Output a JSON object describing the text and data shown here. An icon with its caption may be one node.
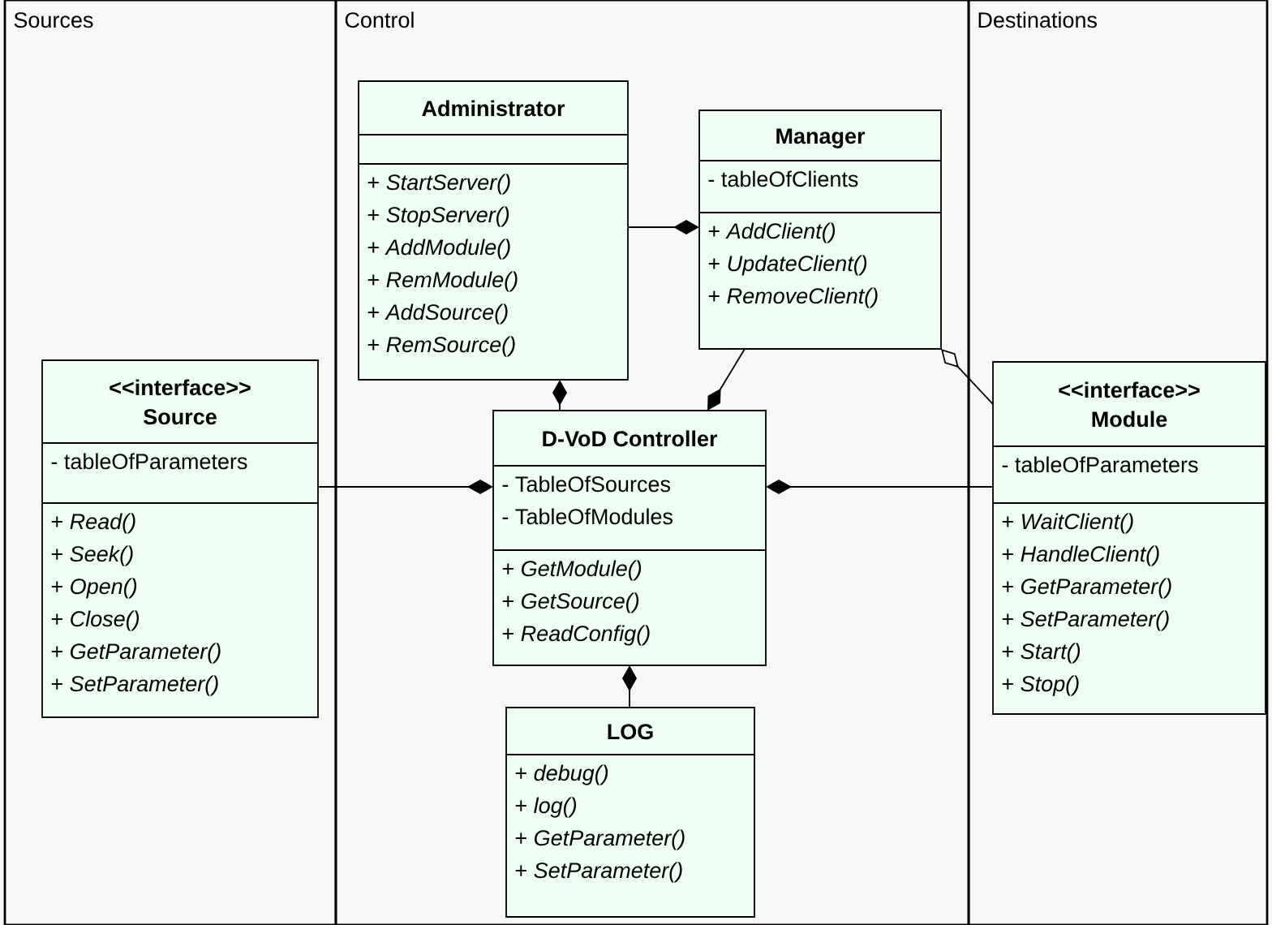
{
  "diagram": {
    "nodes": [
      {
        "text": [
          "Sources"
        ]
      },
      {
        "text": [
          "Control"
        ]
      },
      {
        "text": [
          "Destinations"
        ]
      },
      {
        "text": [
          "Administrator",
          "+ *StartServer()*",
          "+ *StopServer()*",
          "+ *AddModule()*",
          "+ *RemModule()*",
          "+ *AddSource()*",
          "+ *RemSource()*"
        ],
        "in": 1
      },
      {
        "text": [
          "Manager",
          "- tableOfClients",
          "+ *AddClient()*",
          "+ *UpdateClient()*",
          "+ *RemoveClient()*"
        ],
        "in": 1
      },
      {
        "text": [
          "<<interface>>",
          "Source",
          "- tableOfParameters",
          "+ *Read()*",
          "+ *Seek()*",
          "+ *Open()*",
          "+ *Close()*",
          "+ *GetParameter()*",
          "+ *SetParameter()*"
        ],
        "in": 0
      },
      {
        "text": [
          "D-VoD Controller",
          "- TableOfSources",
          "- TableOfModules",
          "+ *GetModule()*",
          "+ *GetSource()*",
          "+ *ReadConfig()*"
        ],
        "in": 1
      },
      {
        "text": [
          "<<interface>>",
          "Module",
          "- tableOfParameters",
          "+ *WaitClient()*",
          "+ *HandleClient()*",
          "+ *GetParameter()*",
          "+ *SetParameter()*",
          "+ *Start()*",
          "+ *Stop()*"
        ],
        "in": 2
      },
      {
        "text": [
          "LOG",
          "+ *debug()*",
          "+ *log()*",
          "+ *GetParameter()*",
          "+ *SetParameter()*"
        ],
        "in": 1
      }
    ],
    "edges": [
      {
        "from": 3,
        "to": 4,
        "arrow": "other"
      },
      {
        "from": 6,
        "to": 3,
        "arrow": "other"
      },
      {
        "from": 4,
        "to": 6,
        "arrow": "other"
      },
      {
        "from": 7,
        "to": 4,
        "arrow": "other"
      },
      {
        "from": 5,
        "to": 6,
        "arrow": "other"
      },
      {
        "from": 7,
        "to": 6,
        "arrow": "other"
      },
      {
        "from": 8,
        "to": 6,
        "arrow": "other"
      }
    ]
  }
}
